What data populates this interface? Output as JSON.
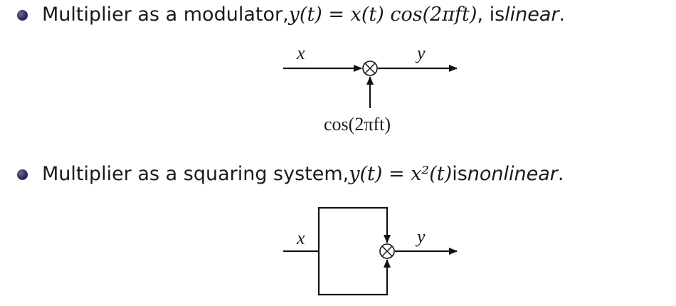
{
  "bullets": [
    {
      "text_before": "Multiplier as a modulator, ",
      "math": "y(t) = x(t) cos(2πft)",
      "text_mid": ", is ",
      "emphasis": "linear",
      "text_after": "."
    },
    {
      "text_before": "Multiplier as a squaring system, ",
      "math": "y(t) = x²(t)",
      "text_mid": " is ",
      "emphasis": "nonlinear",
      "text_after": "."
    }
  ],
  "diagram1": {
    "input_label": "x",
    "output_label": "y",
    "carrier_label": "cos(2πft)",
    "operator_symbol": "⊗"
  },
  "diagram2": {
    "input_label": "x",
    "output_label": "y",
    "operator_symbol": "⊗"
  }
}
